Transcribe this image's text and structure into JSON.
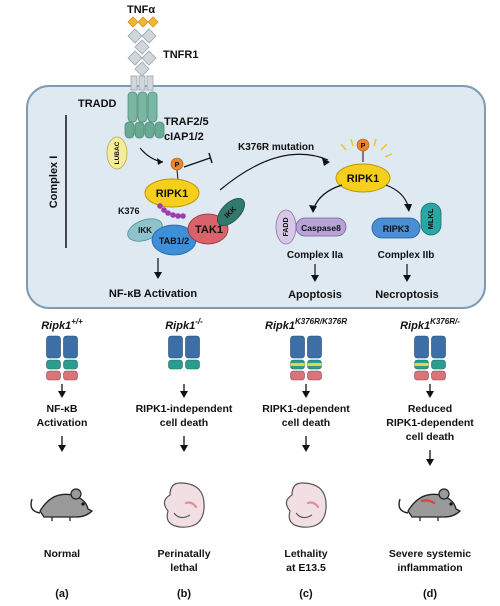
{
  "top": {
    "ligand": "TNFα",
    "receptor": "TNFR1",
    "adaptor": "TRADD",
    "traf": "TRAF2/5",
    "ciap": "cIAP1/2",
    "lubac": "LUBAC",
    "complex_label": "Complex I",
    "p": "P",
    "ripk1": "RIPK1",
    "k376": "K376",
    "ikk": "IKK",
    "tab": "TAB1/2",
    "tak": "TAK1",
    "ikk2": "IKK",
    "nfkb": "NF-κB Activation",
    "mutation": "K376R mutation",
    "ripk1_right": "RIPK1",
    "p_right": "P",
    "fadd": "FADD",
    "caspase": "Caspase8",
    "ripk3": "RIPK3",
    "mlkl": "MLKL",
    "complex2a": "Complex IIa",
    "complex2b": "Complex IIb",
    "apoptosis": "Apoptosis",
    "necroptosis": "Necroptosis"
  },
  "genotypes": [
    {
      "gene": "Ripk1",
      "allele": "+/+",
      "outcome_lines": [
        "NF-κB",
        "Activation"
      ],
      "phenotype_lines": [
        "Normal"
      ],
      "panel": "(a)",
      "organism": "mouse"
    },
    {
      "gene": "Ripk1",
      "allele": "-/-",
      "outcome_lines": [
        "RIPK1-independent",
        "cell death"
      ],
      "phenotype_lines": [
        "Perinatally",
        "lethal"
      ],
      "panel": "(b)",
      "organism": "embryo"
    },
    {
      "gene": "Ripk1",
      "allele": "K376R/K376R",
      "outcome_lines": [
        "RIPK1-dependent",
        "cell death"
      ],
      "phenotype_lines": [
        "Lethality",
        "at E13.5"
      ],
      "panel": "(c)",
      "organism": "embryo"
    },
    {
      "gene": "Ripk1",
      "allele": "K376R/-",
      "outcome_lines": [
        "Reduced",
        "RIPK1-dependent",
        "cell death"
      ],
      "phenotype_lines": [
        "Severe systemic",
        "inflammation"
      ],
      "panel": "(d)",
      "organism": "mouse"
    }
  ],
  "colors": {
    "cell": "#dfe9f2",
    "cell_border": "#7f9bb3",
    "ligand": "#f3b43c",
    "receptor": "#cfd6dc",
    "tradd": "#7ab7a2",
    "ripk1": "#f6cf1c",
    "p": "#e9852f",
    "lubac": "#f3ec9a",
    "ikk": "#8fc3cc",
    "tab": "#3f8fd8",
    "tak": "#d9636a",
    "ikk_dark": "#2f7a6b",
    "fadd": "#d8c7e6",
    "caspase": "#b8a3d6",
    "ripk3": "#4a8fd6",
    "mlkl": "#2aa6a3",
    "ub": "#9b3cb0",
    "rec_blue": "#3d6fa6",
    "rec_teal": "#2c9c8f",
    "rec_red": "#d9747a",
    "rec_yellow": "#e9d24a"
  }
}
